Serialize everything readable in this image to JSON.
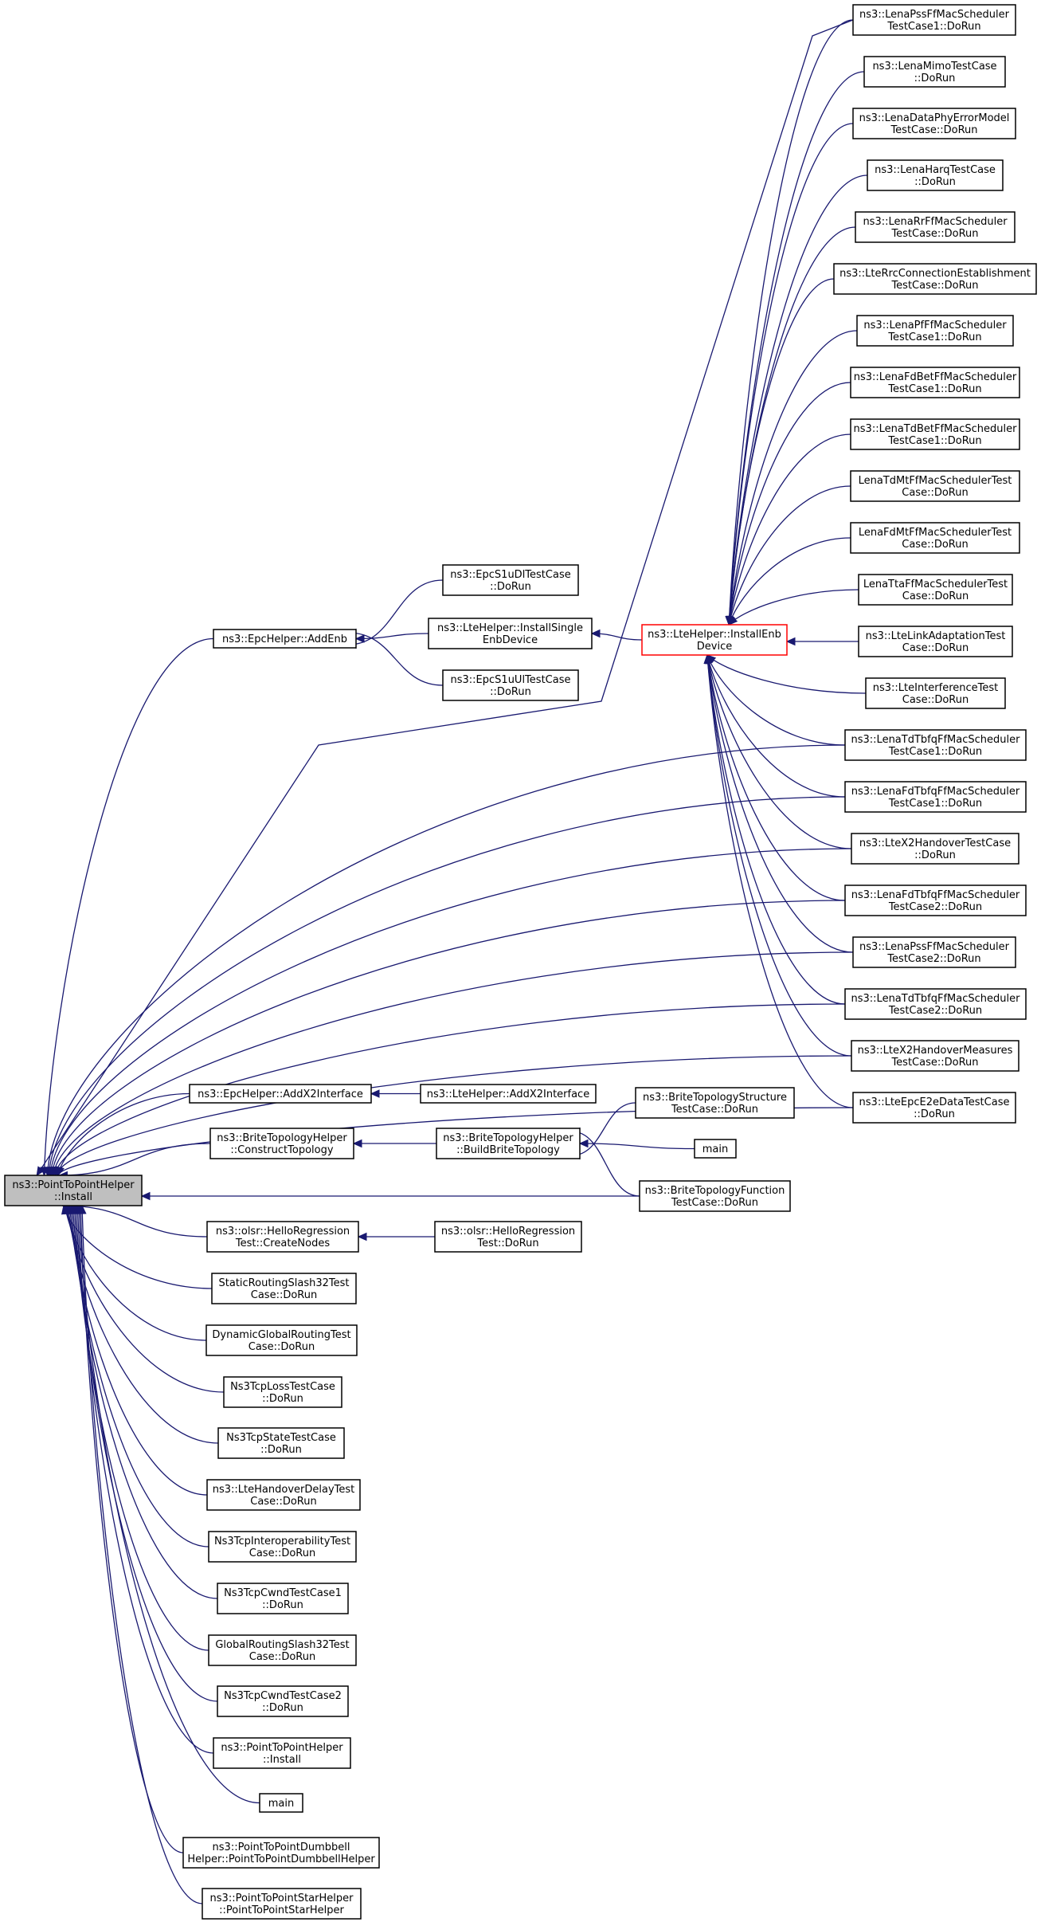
{
  "graph": {
    "nodes": [
      {
        "id": "root",
        "lines": [
          "ns3::PointToPointHelper",
          "::Install"
        ],
        "style": "root"
      },
      {
        "id": "epc_addenb",
        "lines": [
          "ns3::EpcHelper::AddEnb"
        ]
      },
      {
        "id": "epc_addx2",
        "lines": [
          "ns3::EpcHelper::AddX2Interface"
        ]
      },
      {
        "id": "brite_construct",
        "lines": [
          "ns3::BriteTopologyHelper",
          "::ConstructTopology"
        ]
      },
      {
        "id": "olsr_create",
        "lines": [
          "ns3::olsr::HelloRegression",
          "Test::CreateNodes"
        ]
      },
      {
        "id": "static_slash32",
        "lines": [
          "StaticRoutingSlash32Test",
          "Case::DoRun"
        ]
      },
      {
        "id": "dyn_global",
        "lines": [
          "DynamicGlobalRoutingTest",
          "Case::DoRun"
        ]
      },
      {
        "id": "tcp_loss",
        "lines": [
          "Ns3TcpLossTestCase",
          "::DoRun"
        ]
      },
      {
        "id": "tcp_state",
        "lines": [
          "Ns3TcpStateTestCase",
          "::DoRun"
        ]
      },
      {
        "id": "lte_ho_delay",
        "lines": [
          "ns3::LteHandoverDelayTest",
          "Case::DoRun"
        ]
      },
      {
        "id": "tcp_interop",
        "lines": [
          "Ns3TcpInteroperabilityTest",
          "Case::DoRun"
        ]
      },
      {
        "id": "tcp_cwnd1",
        "lines": [
          "Ns3TcpCwndTestCase1",
          "::DoRun"
        ]
      },
      {
        "id": "global_slash32",
        "lines": [
          "GlobalRoutingSlash32Test",
          "Case::DoRun"
        ]
      },
      {
        "id": "tcp_cwnd2",
        "lines": [
          "Ns3TcpCwndTestCase2",
          "::DoRun"
        ]
      },
      {
        "id": "p2p_install",
        "lines": [
          "ns3::PointToPointHelper",
          "::Install"
        ]
      },
      {
        "id": "main1",
        "lines": [
          "main"
        ]
      },
      {
        "id": "dumbbell",
        "lines": [
          "ns3::PointToPointDumbbell",
          "Helper::PointToPointDumbbellHelper"
        ]
      },
      {
        "id": "star",
        "lines": [
          "ns3::PointToPointStarHelper",
          "::PointToPointStarHelper"
        ]
      },
      {
        "id": "s1u_dl",
        "lines": [
          "ns3::EpcS1uDlTestCase",
          "::DoRun"
        ]
      },
      {
        "id": "install_single",
        "lines": [
          "ns3::LteHelper::InstallSingle",
          "EnbDevice"
        ]
      },
      {
        "id": "s1u_ul",
        "lines": [
          "ns3::EpcS1uUlTestCase",
          "::DoRun"
        ]
      },
      {
        "id": "lte_addx2",
        "lines": [
          "ns3::LteHelper::AddX2Interface"
        ]
      },
      {
        "id": "brite_build",
        "lines": [
          "ns3::BriteTopologyHelper",
          "::BuildBriteTopology"
        ]
      },
      {
        "id": "olsr_dorun",
        "lines": [
          "ns3::olsr::HelloRegression",
          "Test::DoRun"
        ]
      },
      {
        "id": "install_enb",
        "lines": [
          "ns3::LteHelper::InstallEnb",
          "Device"
        ],
        "style": "hl"
      },
      {
        "id": "brite_struct",
        "lines": [
          "ns3::BriteTopologyStructure",
          "TestCase::DoRun"
        ]
      },
      {
        "id": "main2",
        "lines": [
          "main"
        ]
      },
      {
        "id": "brite_func",
        "lines": [
          "ns3::BriteTopologyFunction",
          "TestCase::DoRun"
        ]
      },
      {
        "id": "r_pss1",
        "lines": [
          "ns3::LenaPssFfMacScheduler",
          "TestCase1::DoRun"
        ]
      },
      {
        "id": "r_mimo",
        "lines": [
          "ns3::LenaMimoTestCase",
          "::DoRun"
        ]
      },
      {
        "id": "r_dataphy",
        "lines": [
          "ns3::LenaDataPhyErrorModel",
          "TestCase::DoRun"
        ]
      },
      {
        "id": "r_harq",
        "lines": [
          "ns3::LenaHarqTestCase",
          "::DoRun"
        ]
      },
      {
        "id": "r_rr",
        "lines": [
          "ns3::LenaRrFfMacScheduler",
          "TestCase::DoRun"
        ]
      },
      {
        "id": "r_rrc",
        "lines": [
          "ns3::LteRrcConnectionEstablishment",
          "TestCase::DoRun"
        ]
      },
      {
        "id": "r_pf",
        "lines": [
          "ns3::LenaPfFfMacScheduler",
          "TestCase1::DoRun"
        ]
      },
      {
        "id": "r_fdbet",
        "lines": [
          "ns3::LenaFdBetFfMacScheduler",
          "TestCase1::DoRun"
        ]
      },
      {
        "id": "r_tdbet",
        "lines": [
          "ns3::LenaTdBetFfMacScheduler",
          "TestCase1::DoRun"
        ]
      },
      {
        "id": "r_tdmt",
        "lines": [
          "LenaTdMtFfMacSchedulerTest",
          "Case::DoRun"
        ]
      },
      {
        "id": "r_fdmt",
        "lines": [
          "LenaFdMtFfMacSchedulerTest",
          "Case::DoRun"
        ]
      },
      {
        "id": "r_tta",
        "lines": [
          "LenaTtaFfMacSchedulerTest",
          "Case::DoRun"
        ]
      },
      {
        "id": "r_linkadapt",
        "lines": [
          "ns3::LteLinkAdaptationTest",
          "Case::DoRun"
        ]
      },
      {
        "id": "r_interf",
        "lines": [
          "ns3::LteInterferenceTest",
          "Case::DoRun"
        ]
      },
      {
        "id": "r_tdtbfq1",
        "lines": [
          "ns3::LenaTdTbfqFfMacScheduler",
          "TestCase1::DoRun"
        ]
      },
      {
        "id": "r_fdtbfq1",
        "lines": [
          "ns3::LenaFdTbfqFfMacScheduler",
          "TestCase1::DoRun"
        ]
      },
      {
        "id": "r_x2ho",
        "lines": [
          "ns3::LteX2HandoverTestCase",
          "::DoRun"
        ]
      },
      {
        "id": "r_fdtbfq2",
        "lines": [
          "ns3::LenaFdTbfqFfMacScheduler",
          "TestCase2::DoRun"
        ]
      },
      {
        "id": "r_pss2",
        "lines": [
          "ns3::LenaPssFfMacScheduler",
          "TestCase2::DoRun"
        ]
      },
      {
        "id": "r_tdtbfq2",
        "lines": [
          "ns3::LenaTdTbfqFfMacScheduler",
          "TestCase2::DoRun"
        ]
      },
      {
        "id": "r_x2meas",
        "lines": [
          "ns3::LteX2HandoverMeasures",
          "TestCase::DoRun"
        ]
      },
      {
        "id": "r_e2e",
        "lines": [
          "ns3::LteEpcE2eDataTestCase",
          "::DoRun"
        ]
      }
    ],
    "edges": [
      [
        "epc_addenb",
        "root"
      ],
      [
        "epc_addx2",
        "root"
      ],
      [
        "brite_construct",
        "root"
      ],
      [
        "olsr_create",
        "root"
      ],
      [
        "static_slash32",
        "root"
      ],
      [
        "dyn_global",
        "root"
      ],
      [
        "tcp_loss",
        "root"
      ],
      [
        "tcp_state",
        "root"
      ],
      [
        "lte_ho_delay",
        "root"
      ],
      [
        "tcp_interop",
        "root"
      ],
      [
        "tcp_cwnd1",
        "root"
      ],
      [
        "global_slash32",
        "root"
      ],
      [
        "tcp_cwnd2",
        "root"
      ],
      [
        "p2p_install",
        "root"
      ],
      [
        "main1",
        "root"
      ],
      [
        "dumbbell",
        "root"
      ],
      [
        "star",
        "root"
      ],
      [
        "r_pss1",
        "root"
      ],
      [
        "r_tdtbfq1",
        "root"
      ],
      [
        "r_fdtbfq1",
        "root"
      ],
      [
        "r_x2ho",
        "root"
      ],
      [
        "r_fdtbfq2",
        "root"
      ],
      [
        "r_pss2",
        "root"
      ],
      [
        "r_tdtbfq2",
        "root"
      ],
      [
        "r_x2meas",
        "root"
      ],
      [
        "r_e2e",
        "root"
      ],
      [
        "brite_func",
        "root"
      ],
      [
        "s1u_dl",
        "epc_addenb"
      ],
      [
        "install_single",
        "epc_addenb"
      ],
      [
        "s1u_ul",
        "epc_addenb"
      ],
      [
        "lte_addx2",
        "epc_addx2"
      ],
      [
        "brite_build",
        "brite_construct"
      ],
      [
        "olsr_dorun",
        "olsr_create"
      ],
      [
        "install_enb",
        "install_single"
      ],
      [
        "brite_struct",
        "brite_build"
      ],
      [
        "main2",
        "brite_build"
      ],
      [
        "brite_func",
        "brite_build"
      ],
      [
        "r_pss1",
        "install_enb"
      ],
      [
        "r_mimo",
        "install_enb"
      ],
      [
        "r_dataphy",
        "install_enb"
      ],
      [
        "r_harq",
        "install_enb"
      ],
      [
        "r_rr",
        "install_enb"
      ],
      [
        "r_rrc",
        "install_enb"
      ],
      [
        "r_pf",
        "install_enb"
      ],
      [
        "r_fdbet",
        "install_enb"
      ],
      [
        "r_tdbet",
        "install_enb"
      ],
      [
        "r_tdmt",
        "install_enb"
      ],
      [
        "r_fdmt",
        "install_enb"
      ],
      [
        "r_tta",
        "install_enb"
      ],
      [
        "r_linkadapt",
        "install_enb"
      ],
      [
        "r_interf",
        "install_enb"
      ],
      [
        "r_tdtbfq1",
        "install_enb"
      ],
      [
        "r_fdtbfq1",
        "install_enb"
      ],
      [
        "r_x2ho",
        "install_enb"
      ],
      [
        "r_fdtbfq2",
        "install_enb"
      ],
      [
        "r_pss2",
        "install_enb"
      ],
      [
        "r_tdtbfq2",
        "install_enb"
      ],
      [
        "r_x2meas",
        "install_enb"
      ],
      [
        "r_e2e",
        "install_enb"
      ]
    ],
    "colors": {
      "edge": "#191970",
      "root_fill": "#bfbfbf",
      "highlight_border": "#ff0000",
      "node_border": "#000000"
    }
  }
}
